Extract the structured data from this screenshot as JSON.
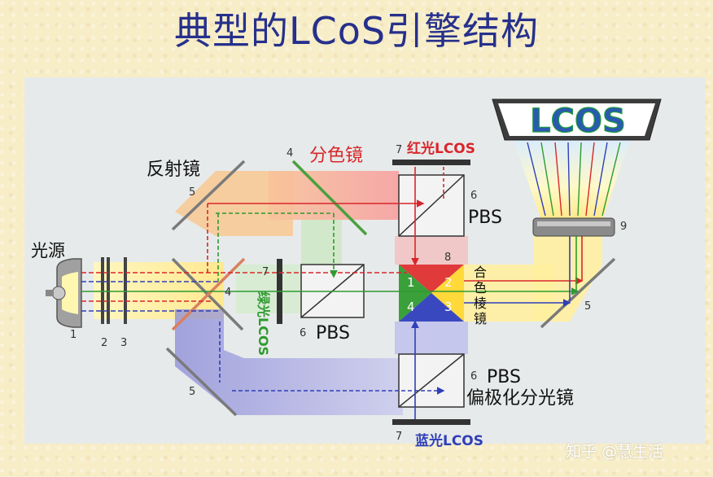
{
  "title": "典型的LCoS引擎结构",
  "labels": {
    "light_source": "光源",
    "reflector": "反射镜",
    "dichroic_mirror": "分色镜",
    "red_lcos": "红光LCOS",
    "green_lcos": "绿光LCOS",
    "blue_lcos": "蓝光LCOS",
    "pbs_top": "PBS",
    "pbs_mid": "PBS",
    "pbs_bottom": "PBS",
    "polarizing_splitter": "偏极化分光镜",
    "prism": [
      "合",
      "色",
      "棱",
      "镜"
    ],
    "lcos_logo": "LCOS"
  },
  "numbers": {
    "n1": "1",
    "n2": "2",
    "n3": "3",
    "n4a": "4",
    "n4b": "4",
    "n5a": "5",
    "n5b": "5",
    "n5c": "5",
    "n6a": "6",
    "n6b": "6",
    "n6c": "6",
    "n7a": "7",
    "n7b": "7",
    "n7c": "7",
    "n8": "8",
    "n9": "9",
    "p1": "1",
    "p2": "2",
    "p3": "3",
    "p4": "4"
  },
  "watermark": "知乎 @慧生活",
  "colors": {
    "title": "#26308c",
    "red": "#d8262a",
    "green": "#2f9a2f",
    "blue": "#2f3fb8",
    "yellow": "#ffe15a",
    "orange": "#f2a050"
  }
}
